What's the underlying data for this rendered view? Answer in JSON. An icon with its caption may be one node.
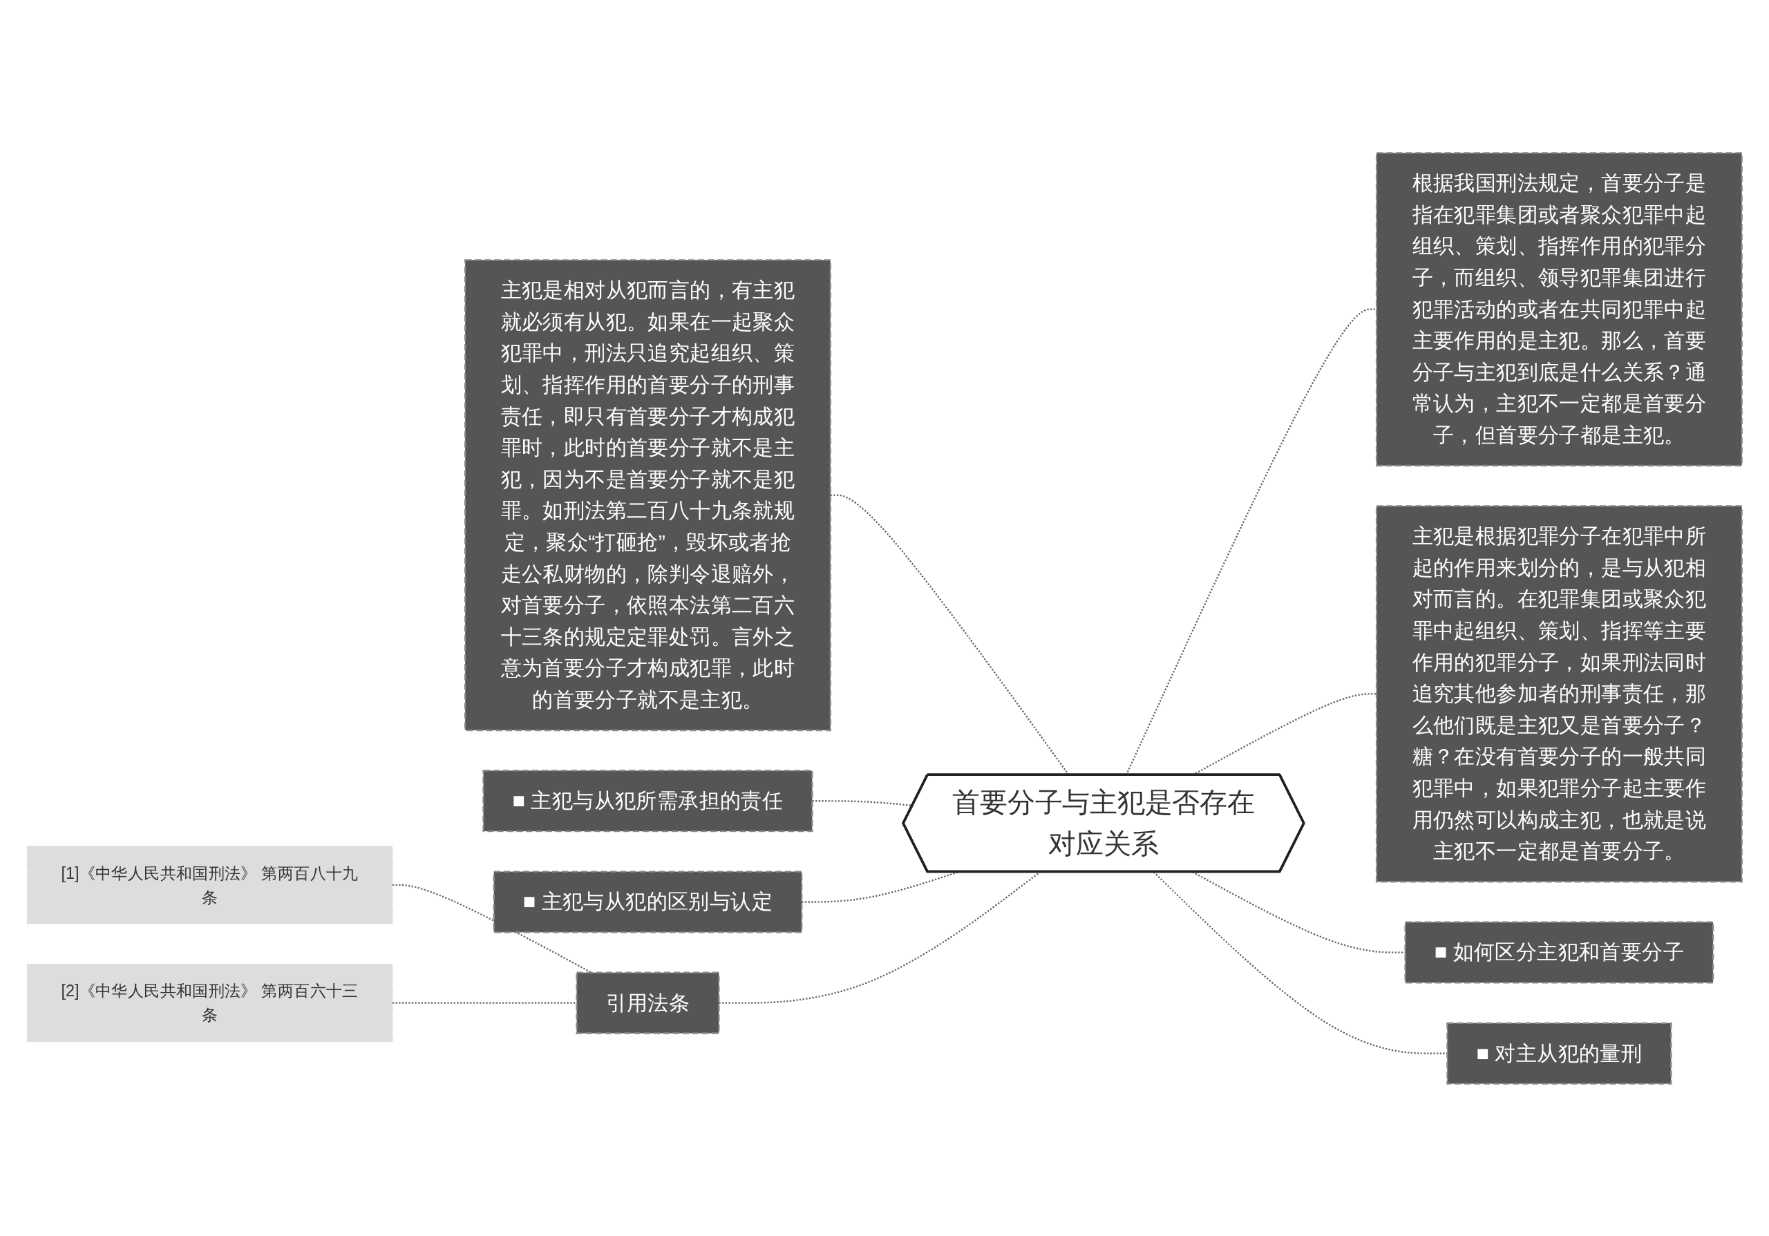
{
  "diagram": {
    "nodes": [
      {
        "text": [
          "首要分子与主犯是否存在对应关系"
        ]
      },
      {
        "text": [
          "主犯是相对从犯而言的，有主犯就必须有从犯。如果在一起聚众犯罪中，刑法只追究起组织、策划、指挥作用的首要分子的刑事责任，即只有首要分子才构成犯罪时，此时的首要分子就不是主犯，因为不是首要分子就不是犯罪。如刑法第二百八十九条就规定，聚众“打砸抢”，毁坏或者抢走公私财物的，除判令退赔外，对首要分子，依照本法第二百六十三条的规定定罪处罚。言外之意为首要分子才构成犯罪，此时的首要分子就不是主犯。"
        ]
      },
      {
        "text": [
          "■ 主犯与从犯所需承担的责任"
        ]
      },
      {
        "text": [
          "■ 主犯与从犯的区别与认定"
        ]
      },
      {
        "text": [
          "引用法条"
        ]
      },
      {
        "text": [
          "[1]《中华人民共和国刑法》 第两百八十九条"
        ]
      },
      {
        "text": [
          "[2]《中华人民共和国刑法》 第两百六十三条"
        ]
      },
      {
        "text": [
          "根据我国刑法规定，首要分子是指在犯罪集团或者聚众犯罪中起组织、策划、指挥作用的犯罪分子，而组织、领导犯罪集团进行犯罪活动的或者在共同犯罪中起主要作用的是主犯。那么，首要分子与主犯到底是什么关系？通常认为，主犯不一定都是首要分子，但首要分子都是主犯。"
        ]
      },
      {
        "text": [
          "主犯是根据犯罪分子在犯罪中所起的作用来划分的，是与从犯相对而言的。在犯罪集团或聚众犯罪中起组织、策划、指挥等主要作用的犯罪分子，如果刑法同时追究其他参加者的刑事责任，那么他们既是主犯又是首要分子？糖？在没有首要分子的一般共同犯罪中，如果犯罪分子起主要作用仍然可以构成主犯，也就是说主犯不一定都是首要分子。"
        ]
      },
      {
        "text": [
          "■ 如何区分主犯和首要分子"
        ]
      },
      {
        "text": [
          "■ 对主从犯的量刑"
        ]
      }
    ],
    "edges": [
      {
        "from": 1,
        "to": 0,
        "arrow": "none",
        "style": "dashed"
      },
      {
        "from": 2,
        "to": 0,
        "arrow": "none",
        "style": "dashed"
      },
      {
        "from": 3,
        "to": 0,
        "arrow": "none",
        "style": "dashed"
      },
      {
        "from": 4,
        "to": 0,
        "arrow": "none",
        "style": "dashed"
      },
      {
        "from": 5,
        "to": 4,
        "arrow": "none",
        "style": "dashed"
      },
      {
        "from": 6,
        "to": 4,
        "arrow": "none",
        "style": "dashed"
      },
      {
        "from": 0,
        "to": 7,
        "arrow": "none",
        "style": "dashed"
      },
      {
        "from": 0,
        "to": 8,
        "arrow": "none",
        "style": "dashed"
      },
      {
        "from": 0,
        "to": 9,
        "arrow": "none",
        "style": "dashed"
      },
      {
        "from": 0,
        "to": 10,
        "arrow": "none",
        "style": "dashed"
      }
    ]
  }
}
